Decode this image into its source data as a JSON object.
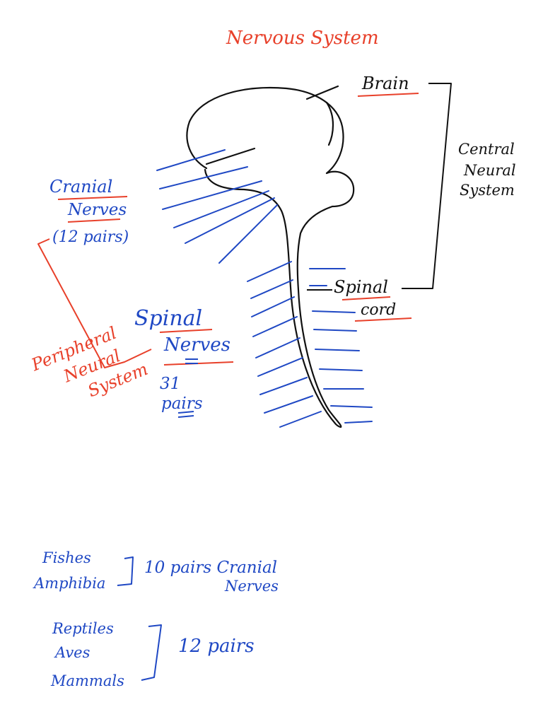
{
  "title": "Nervous System",
  "labels": {
    "brain": "Brain",
    "cns": [
      "Central",
      "Neural",
      "System"
    ],
    "spinal_cord": [
      "Spinal",
      "cord"
    ],
    "cranial_nerves": [
      "Cranial",
      "Nerves",
      "(12 pairs)"
    ],
    "spinal_nerves": [
      "Spinal",
      "Nerves",
      "31",
      "pairs"
    ],
    "pns": [
      "Peripheral",
      "Neural",
      "System"
    ]
  },
  "notes": {
    "group1_animals": [
      "Fishes",
      "Amphibia"
    ],
    "group1_text": [
      "10 pairs Cranial",
      "Nerves"
    ],
    "group2_animals": [
      "Reptiles",
      "Aves",
      "Mammals"
    ],
    "group2_text": "12 pairs"
  },
  "colors": {
    "red": "#e8402a",
    "blue": "#1f48c4",
    "black": "#111111"
  }
}
